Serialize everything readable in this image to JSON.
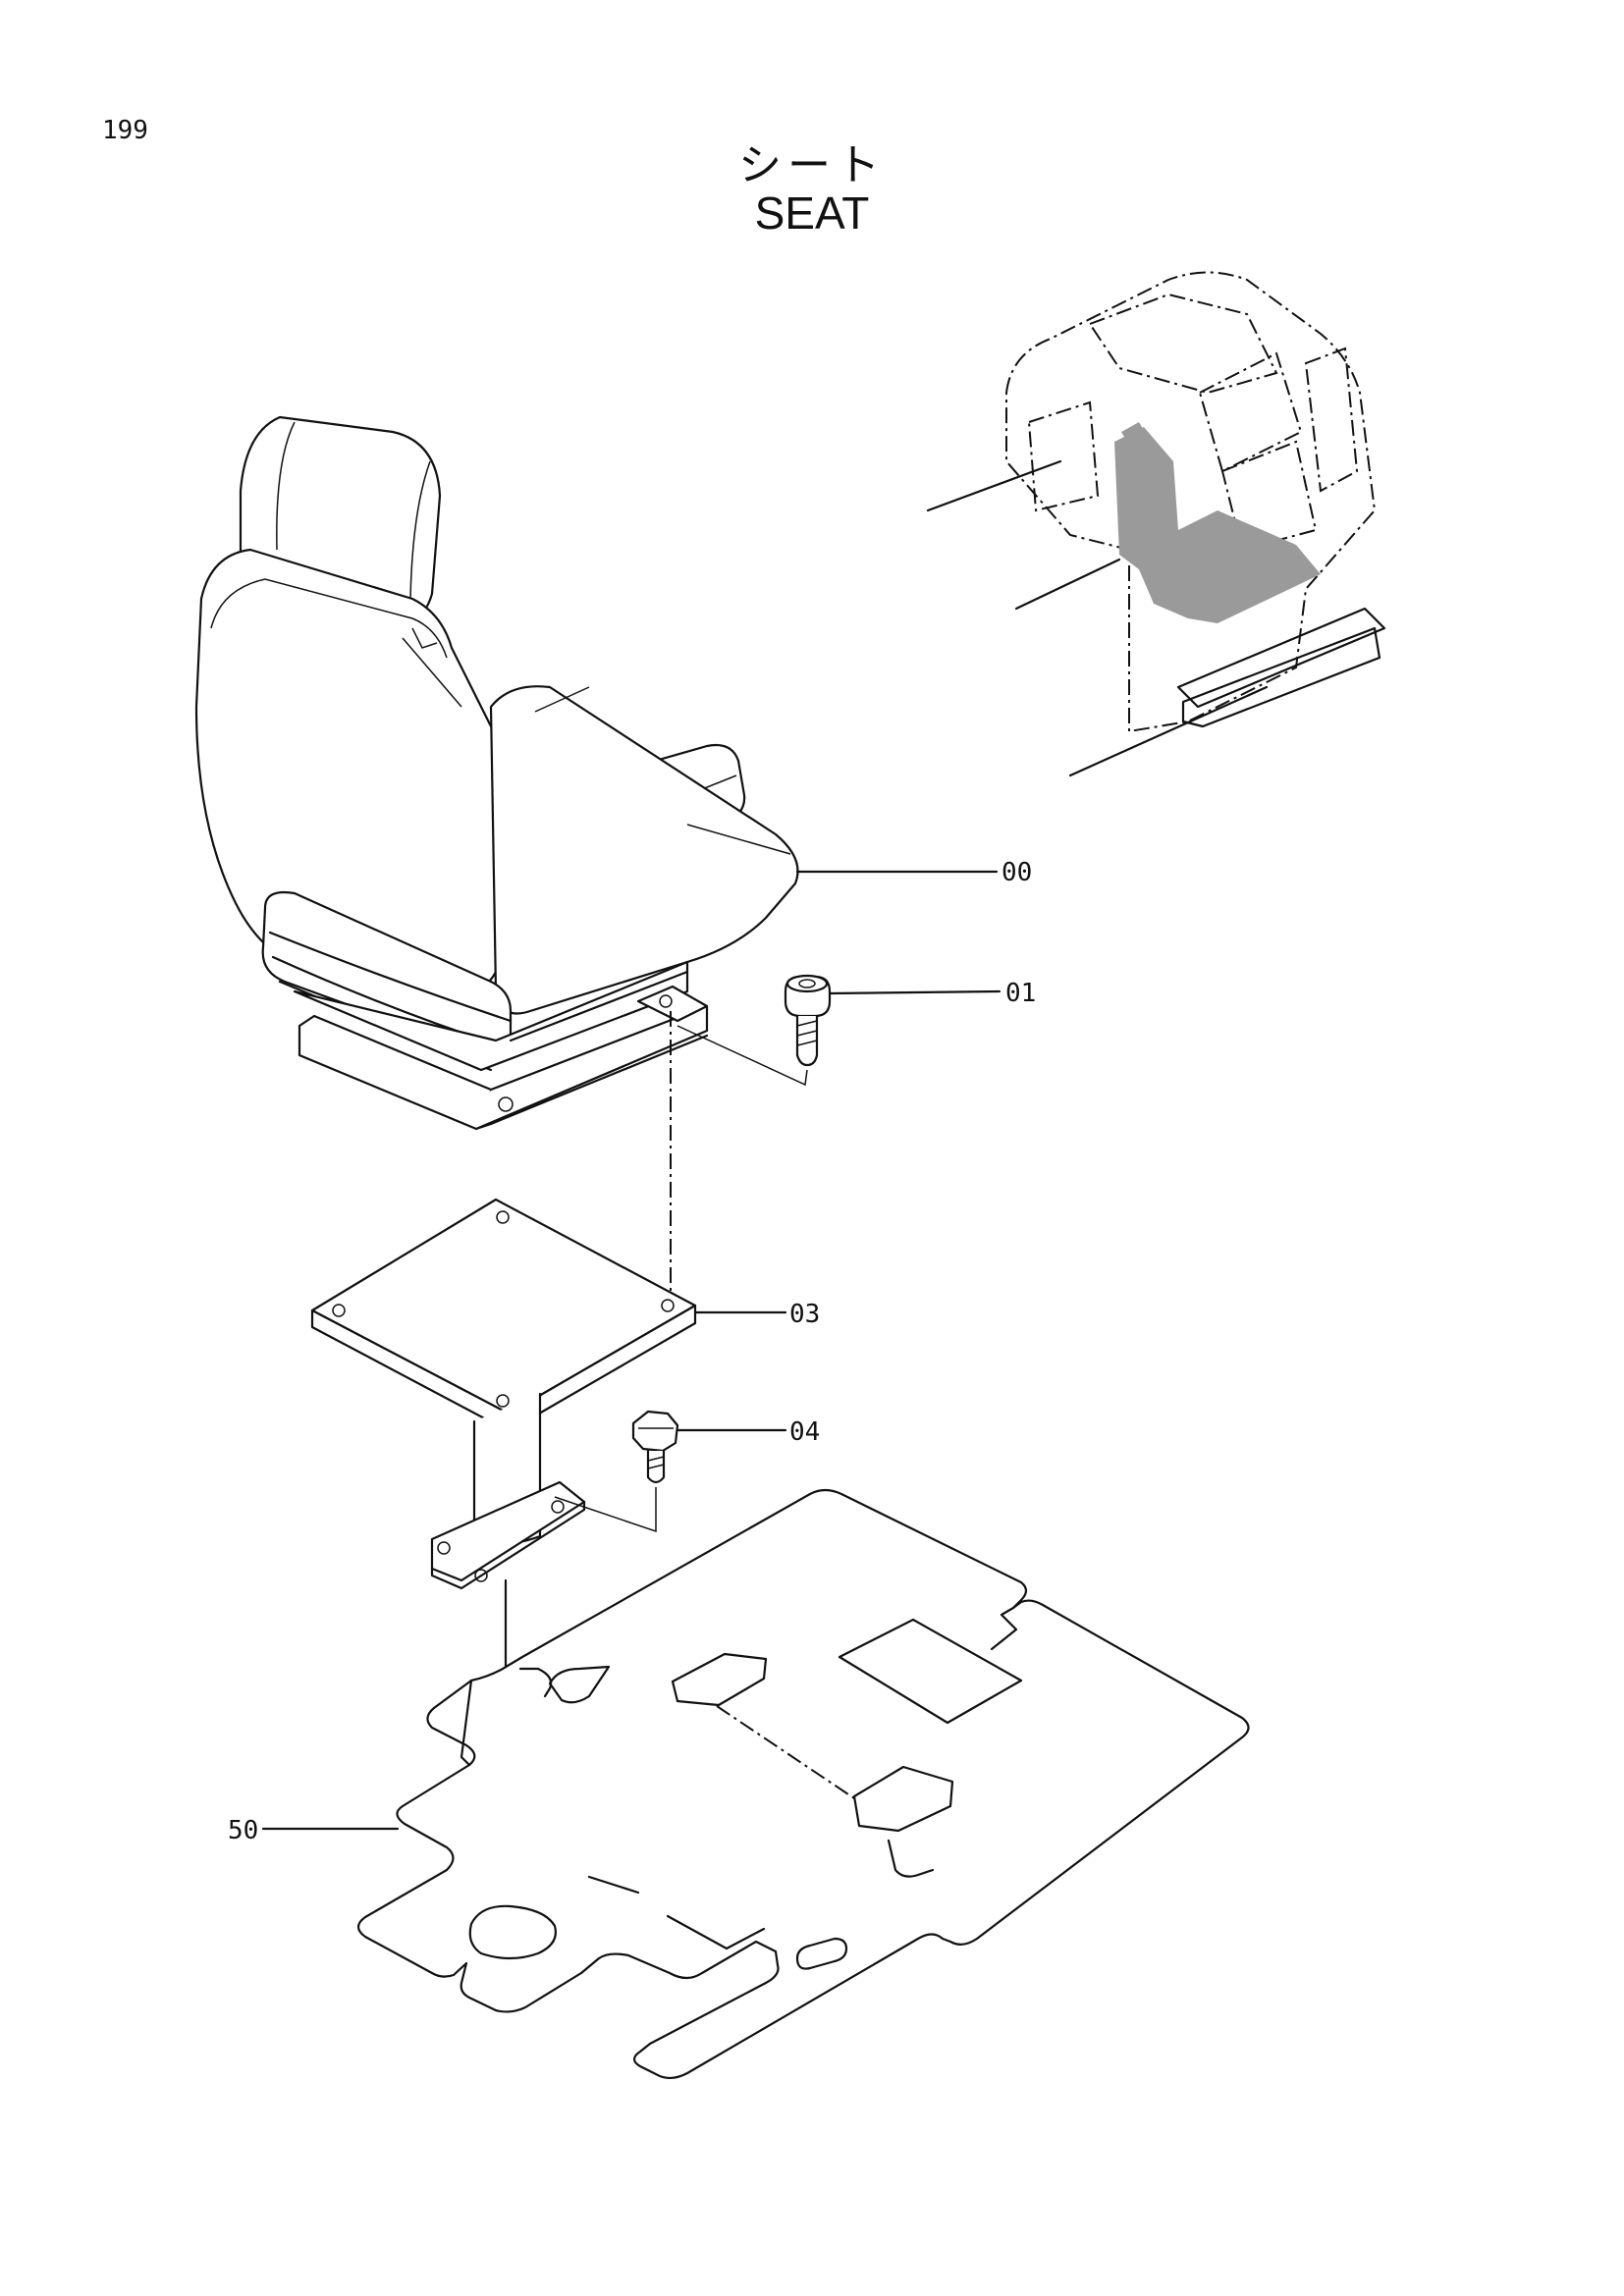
{
  "page": {
    "number": "199"
  },
  "title": {
    "japanese": "シート",
    "english": "SEAT"
  },
  "callouts": [
    {
      "id": "00",
      "label": "00"
    },
    {
      "id": "01",
      "label": "01"
    },
    {
      "id": "03",
      "label": "03"
    },
    {
      "id": "04",
      "label": "04"
    },
    {
      "id": "50",
      "label": "50"
    }
  ]
}
